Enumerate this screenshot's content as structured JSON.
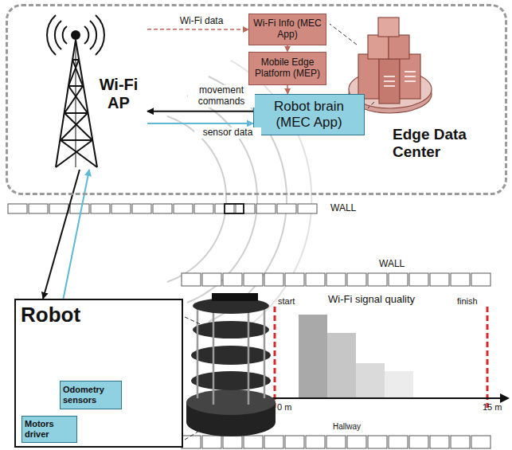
{
  "diagram": {
    "nodes": [
      {
        "text": [
          "Edge Data Center"
        ]
      },
      {
        "text": [
          "Wi-Fi Info (MEC App)"
        ],
        "in": 0
      },
      {
        "text": [
          "Mobile Edge Platform (MEP)"
        ],
        "in": 0
      },
      {
        "text": [
          "Robot brain (MEC App)"
        ],
        "in": 0
      },
      {
        "text": [
          "Wi-Fi AP"
        ],
        "in": 0
      },
      {
        "text": [
          "Robot"
        ]
      },
      {
        "text": [
          "Odometry sensors"
        ],
        "in": 5
      },
      {
        "text": [
          "Motors driver"
        ],
        "in": 5
      }
    ],
    "edges": [
      {
        "from": 4,
        "to": 1,
        "label": "Wi-Fi data",
        "arrow": "to"
      },
      {
        "from": 1,
        "to": 2,
        "arrow": "to"
      },
      {
        "from": 2,
        "to": 3,
        "arrow": "to"
      },
      {
        "from": 3,
        "to": 4,
        "label": "movement commands",
        "arrow": "to"
      },
      {
        "from": 4,
        "to": 3,
        "label": "sensor data",
        "arrow": "to"
      },
      {
        "from": 4,
        "to": 5,
        "arrow": "to"
      },
      {
        "from": 5,
        "to": 4,
        "arrow": "to"
      },
      {
        "from": 5,
        "to": 7,
        "arrow": "to"
      },
      {
        "from": 6,
        "to": 5,
        "arrow": "to"
      }
    ],
    "labels": [
      "WALL",
      "WALL",
      "Wi-Fi signal quality",
      "start",
      "finish",
      "0 m",
      "15 m",
      "Hallway"
    ]
  }
}
